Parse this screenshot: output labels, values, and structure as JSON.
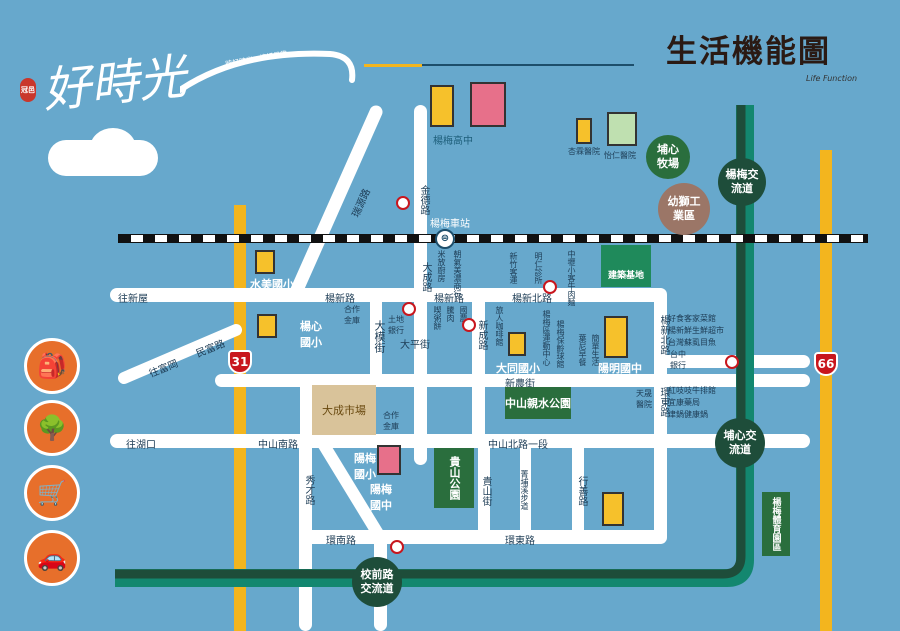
{
  "header": {
    "logo_text": "好時光",
    "logo_badge": "冠邑",
    "logo_sub": "時好時光 · 讓好日常",
    "title": "生活機能圖",
    "subtitle": "Life Function"
  },
  "colors": {
    "background": "#67a8cc",
    "road": "#ffffff",
    "provincial_road": "#f3b51e",
    "highway": "#1e4d3a",
    "park": "#2a6e3d"
  },
  "roads": [
    "楊新路",
    "楊新路",
    "楊新北路",
    "大成路",
    "金德路",
    "瑞源路",
    "大模街",
    "大平街",
    "新成路",
    "新農街",
    "中山南路",
    "中山北路一段",
    "秀才路",
    "貴山街",
    "菁埔溪步道",
    "行善路",
    "環南路",
    "環東路",
    "楊新北路",
    "環東路",
    "民富路"
  ],
  "directions": [
    "往新屋",
    "往富岡",
    "往湖口"
  ],
  "highway_shields": [
    "31",
    "66"
  ],
  "interchanges": [
    "楊梅交流道",
    "埔心交流道",
    "校前路交流道"
  ],
  "landmarks": {
    "station": "楊梅車站",
    "school1": "楊梅高中",
    "hosp1": "杏霖醫院",
    "hosp2": "怡仁醫院",
    "ranch": "埔心牧場",
    "industrial": "幼獅工業區",
    "site": "建築基地",
    "shuimei": "水美國小",
    "yangxin": "楊心國小",
    "datong": "大同國小",
    "yangming": "陽明國中",
    "market": "大成市場",
    "park1": "中山親水公園",
    "park2": "貴山公園",
    "ym_elem": "陽梅國小",
    "ym_jr": "陽梅國中",
    "sports": "楊梅體育園區",
    "tiancheng": "天晟醫院"
  },
  "pois": [
    "米放廚房",
    "朝氣美濃商行",
    "新竹客運",
    "明仁診所",
    "中壢小客牛肉麵",
    "合作金庫",
    "土地銀行",
    "喫粥餅",
    "騰肉",
    "國農",
    "旅人咖啡館",
    "楊梅區運動中心",
    "楊梅保齡球館",
    "葉尼早餐",
    "簡單生活",
    "好食客家菜館",
    "楊新鮮生鮮超市",
    "台灣蘇虱目魚",
    "台中銀行",
    "紅吱吱牛排館",
    "宜康藥局",
    "津鍋健康鍋",
    "合作金庫"
  ]
}
